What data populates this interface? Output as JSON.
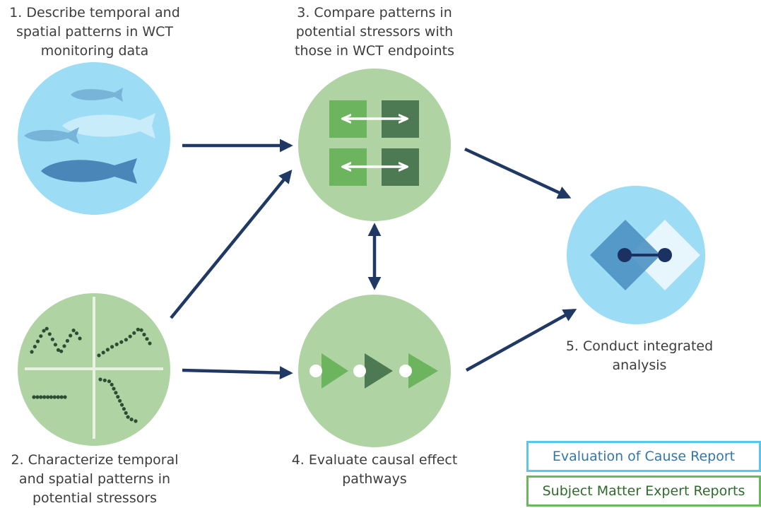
{
  "colors": {
    "arrow": "#1f3864",
    "blue_circle": "#9cdcf5",
    "green_circle": "#b0d3a4",
    "dark_green": "#4d7a52",
    "light_green": "#6cb55e",
    "dot": "#2c4d32",
    "fish_dark": "#4a86b8",
    "fish_mid": "#78b4d8",
    "fish_light": "#c8ecfa",
    "diamond_dark": "#4a90c0",
    "diamond_light": "#e7f6fd",
    "node": "#1b3161",
    "legend_blue_border": "#5ac8ec",
    "legend_green_border": "#6ab85c"
  },
  "steps": {
    "s1": {
      "line1": "1. Describe temporal and",
      "line2": "spatial patterns in WCT",
      "line3": "monitoring data",
      "icon": "fish-icon"
    },
    "s2": {
      "line1": "2. Characterize temporal",
      "line2": "and spatial patterns in",
      "line3": "potential stressors",
      "icon": "dot-plot-icon"
    },
    "s3": {
      "line1": "3. Compare patterns in",
      "line2": "potential stressors with",
      "line3": "those in WCT endpoints",
      "icon": "compare-arrows-icon"
    },
    "s4": {
      "line1": "4. Evaluate causal effect",
      "line2": "pathways",
      "icon": "pathway-icon"
    },
    "s5": {
      "line1": "5. Conduct integrated",
      "line2": "analysis",
      "icon": "integrated-diamond-icon"
    }
  },
  "legend": {
    "blue": "Evaluation of Cause Report",
    "green": "Subject Matter Expert Reports"
  }
}
